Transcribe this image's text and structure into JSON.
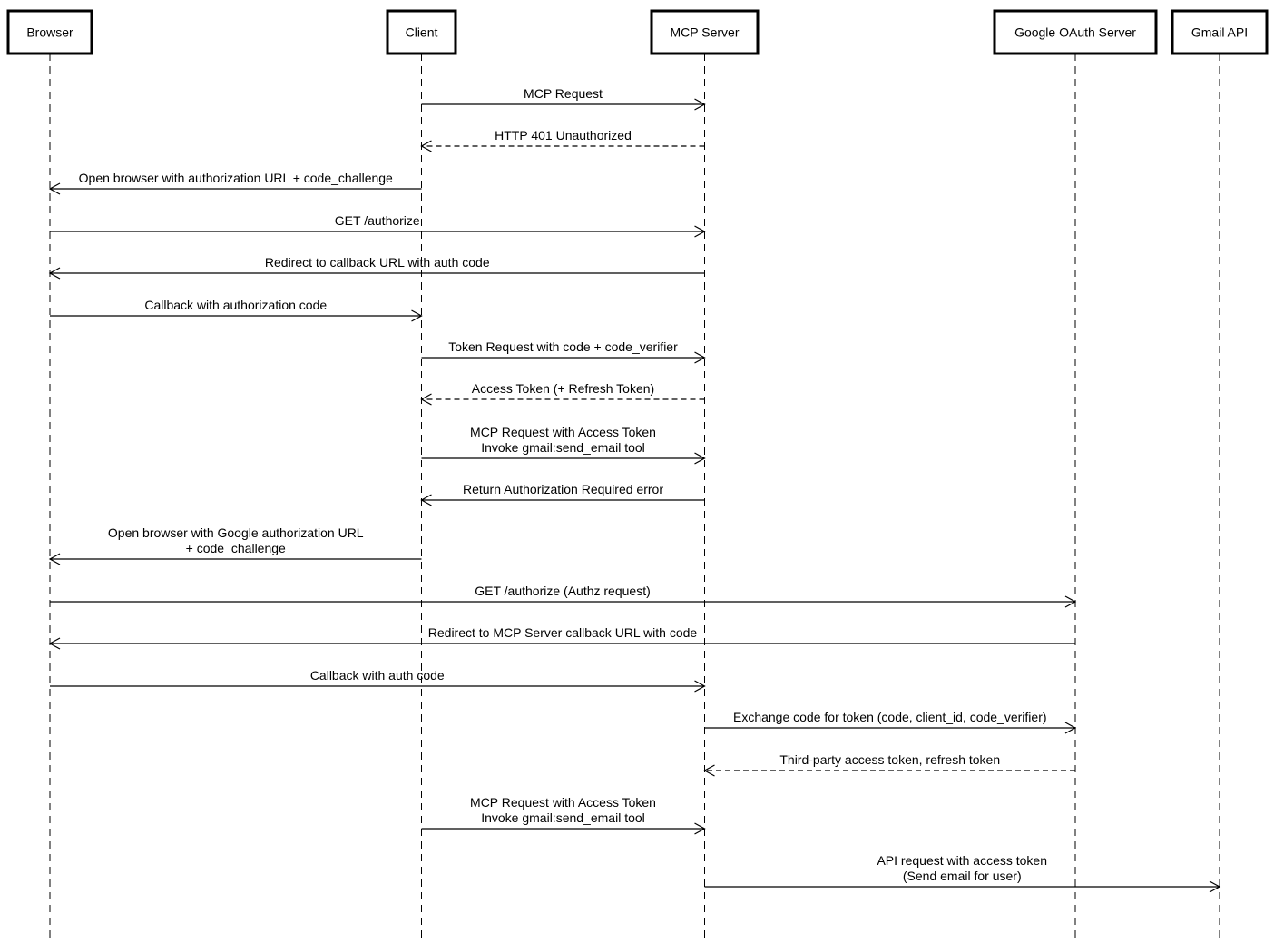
{
  "participants": [
    {
      "id": "browser",
      "label": "Browser"
    },
    {
      "id": "client",
      "label": "Client"
    },
    {
      "id": "mcp",
      "label": "MCP Server"
    },
    {
      "id": "google",
      "label": "Google OAuth Server"
    },
    {
      "id": "gmail",
      "label": "Gmail API"
    }
  ],
  "messages": [
    {
      "from": "client",
      "to": "mcp",
      "style": "solid",
      "lines": [
        "MCP Request"
      ]
    },
    {
      "from": "mcp",
      "to": "client",
      "style": "dashed",
      "lines": [
        "HTTP 401 Unauthorized"
      ]
    },
    {
      "from": "client",
      "to": "browser",
      "style": "solid",
      "lines": [
        "Open browser with authorization URL + code_challenge"
      ]
    },
    {
      "from": "browser",
      "to": "mcp",
      "style": "solid",
      "lines": [
        "GET /authorize"
      ]
    },
    {
      "from": "mcp",
      "to": "browser",
      "style": "solid",
      "lines": [
        "Redirect to callback URL with auth code"
      ]
    },
    {
      "from": "browser",
      "to": "client",
      "style": "solid",
      "lines": [
        "Callback with authorization code"
      ]
    },
    {
      "from": "client",
      "to": "mcp",
      "style": "solid",
      "lines": [
        "Token Request with code + code_verifier"
      ]
    },
    {
      "from": "mcp",
      "to": "client",
      "style": "dashed",
      "lines": [
        "Access Token (+ Refresh Token)"
      ]
    },
    {
      "from": "client",
      "to": "mcp",
      "style": "solid",
      "lines": [
        "MCP Request with Access Token",
        "Invoke gmail:send_email tool"
      ]
    },
    {
      "from": "mcp",
      "to": "client",
      "style": "solid",
      "lines": [
        "Return Authorization Required error"
      ]
    },
    {
      "from": "client",
      "to": "browser",
      "style": "solid",
      "lines": [
        "Open browser with Google authorization URL",
        "+ code_challenge"
      ]
    },
    {
      "from": "browser",
      "to": "google",
      "style": "solid",
      "lines": [
        "GET /authorize (Authz request)"
      ]
    },
    {
      "from": "google",
      "to": "browser",
      "style": "solid",
      "lines": [
        "Redirect to MCP Server callback URL with code"
      ]
    },
    {
      "from": "browser",
      "to": "mcp",
      "style": "solid",
      "lines": [
        "Callback with auth code"
      ]
    },
    {
      "from": "mcp",
      "to": "google",
      "style": "solid",
      "lines": [
        "Exchange code for token (code, client_id, code_verifier)"
      ]
    },
    {
      "from": "google",
      "to": "mcp",
      "style": "dashed",
      "lines": [
        "Third-party access token, refresh token"
      ]
    },
    {
      "from": "client",
      "to": "mcp",
      "style": "solid",
      "lines": [
        "MCP Request with Access Token",
        "Invoke gmail:send_email tool"
      ]
    },
    {
      "from": "mcp",
      "to": "gmail",
      "style": "solid",
      "lines": [
        "API request with access token",
        "(Send email for user)"
      ]
    }
  ]
}
